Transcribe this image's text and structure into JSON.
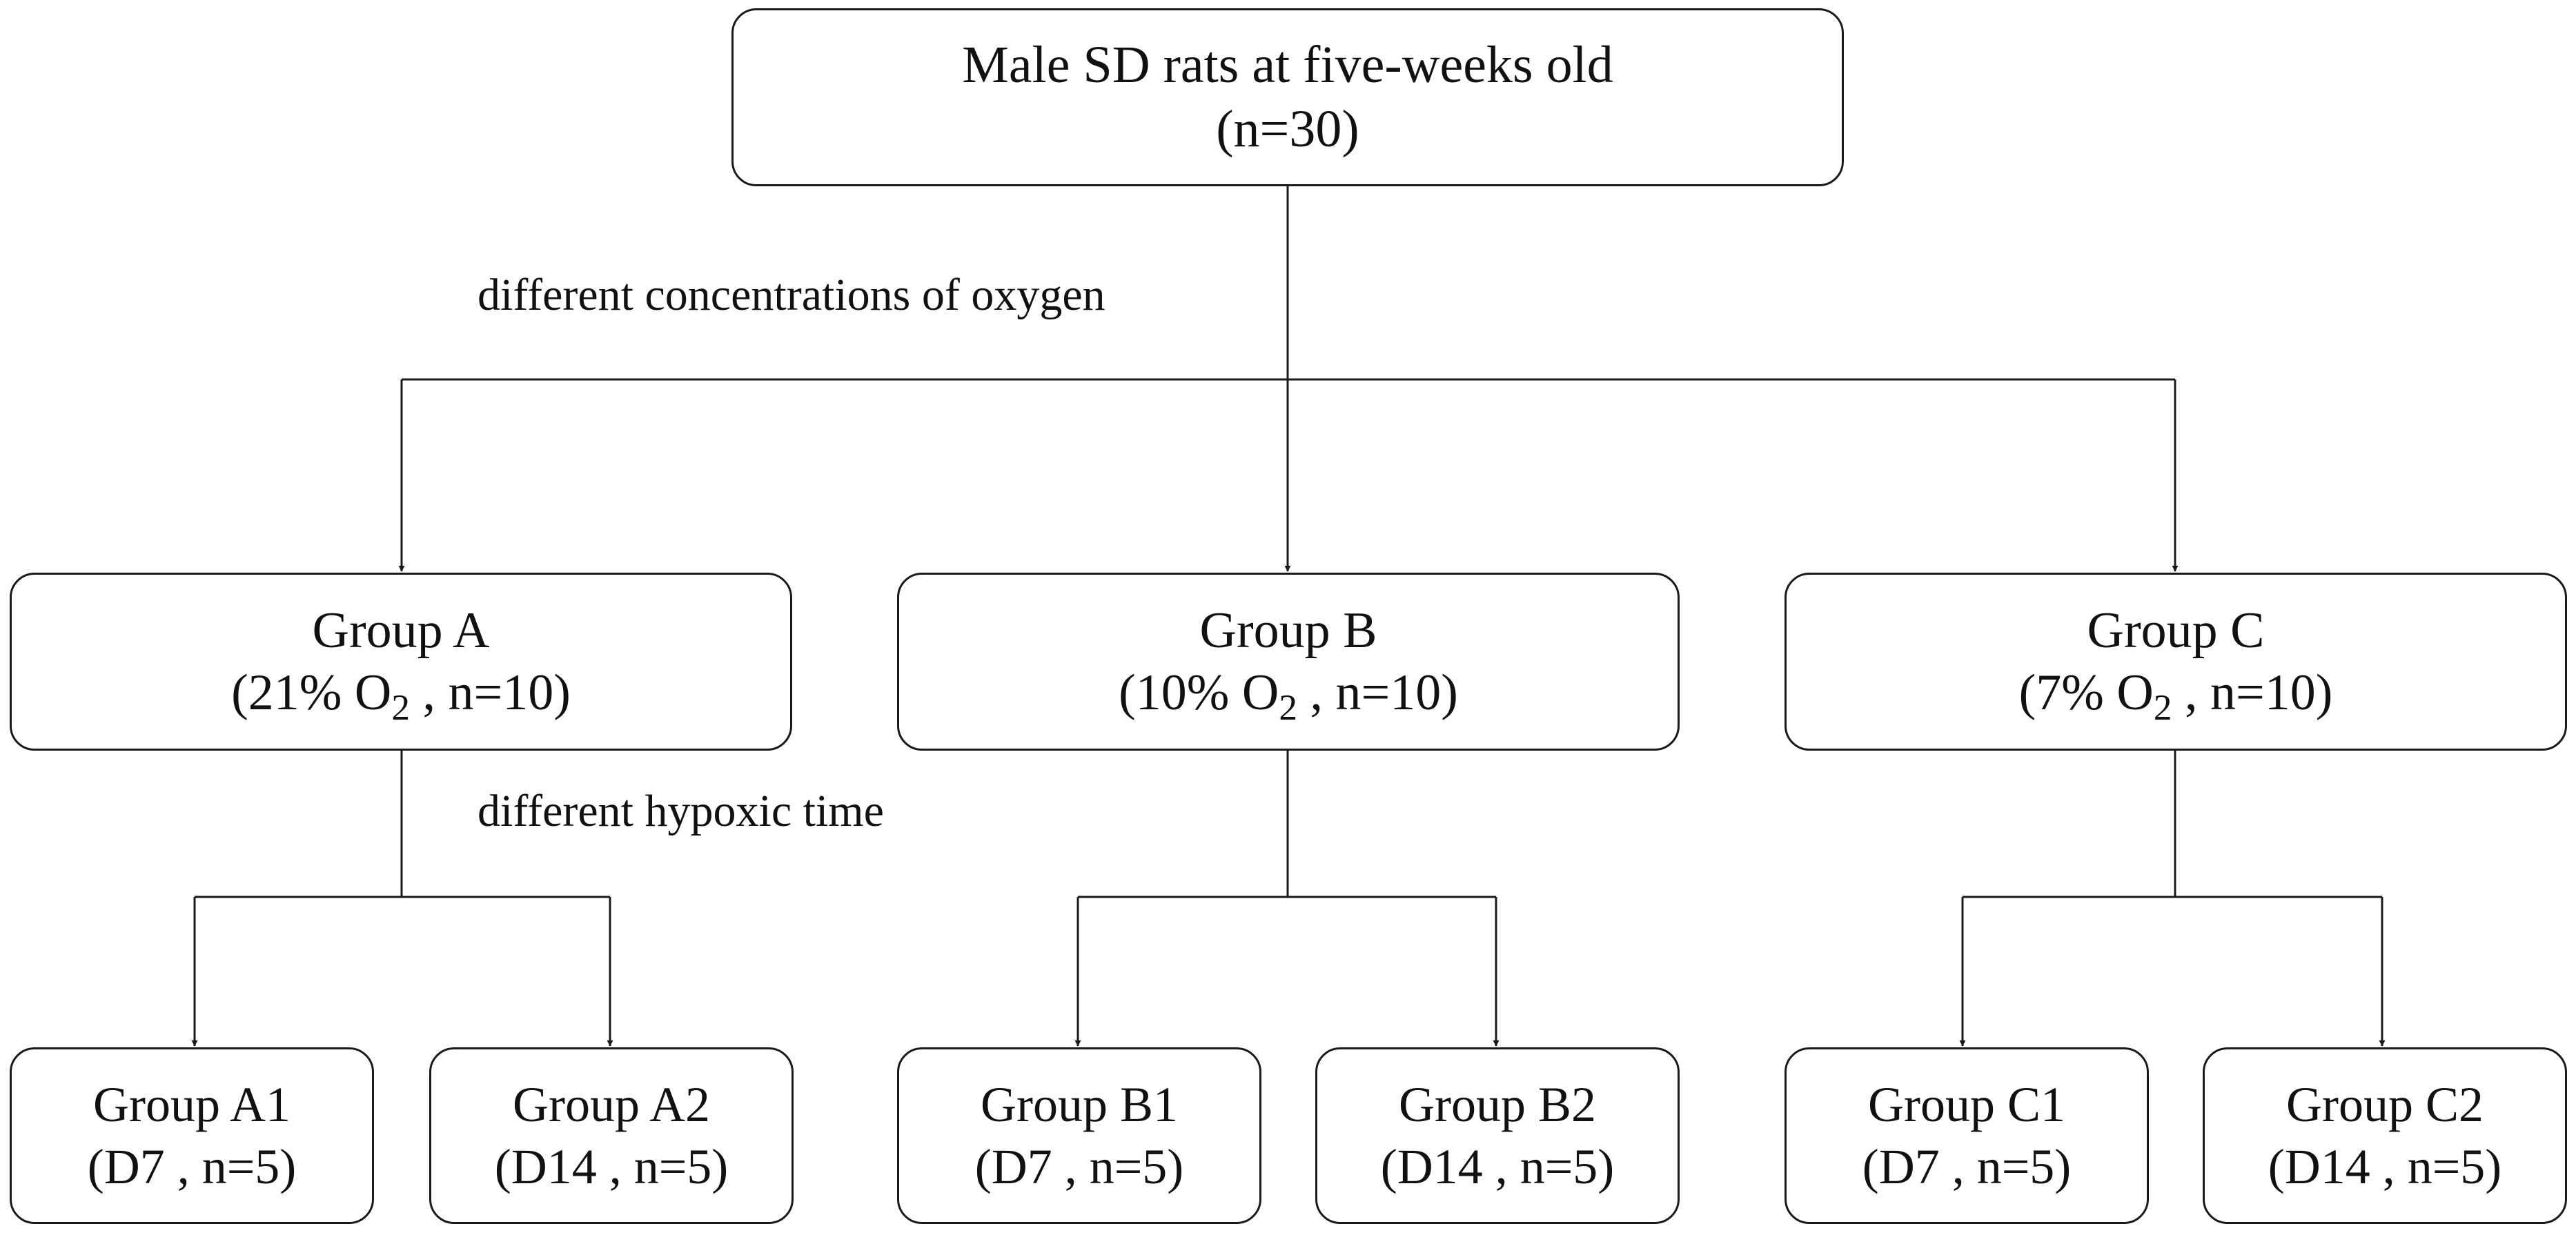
{
  "root": {
    "line1": "Male SD rats at five-weeks old",
    "line2": "(n=30)"
  },
  "edge_labels": {
    "oxygen": "different concentrations of oxygen",
    "time": "different hypoxic time"
  },
  "groups": [
    {
      "name": "Group A",
      "pre": "(21% O",
      "sub": "2",
      "post": " , n=10)",
      "children": [
        {
          "name": "Group A1",
          "detail": "(D7 , n=5)"
        },
        {
          "name": "Group A2",
          "detail": "(D14 , n=5)"
        }
      ]
    },
    {
      "name": "Group B",
      "pre": "(10% O",
      "sub": "2",
      "post": " , n=10)",
      "children": [
        {
          "name": "Group B1",
          "detail": "(D7 , n=5)"
        },
        {
          "name": "Group B2",
          "detail": "(D14 , n=5)"
        }
      ]
    },
    {
      "name": "Group C",
      "pre": "(7% O",
      "sub": "2",
      "post": " , n=10)",
      "children": [
        {
          "name": "Group C1",
          "detail": "(D7 , n=5)"
        },
        {
          "name": "Group C2",
          "detail": "(D14 , n=5)"
        }
      ]
    }
  ]
}
